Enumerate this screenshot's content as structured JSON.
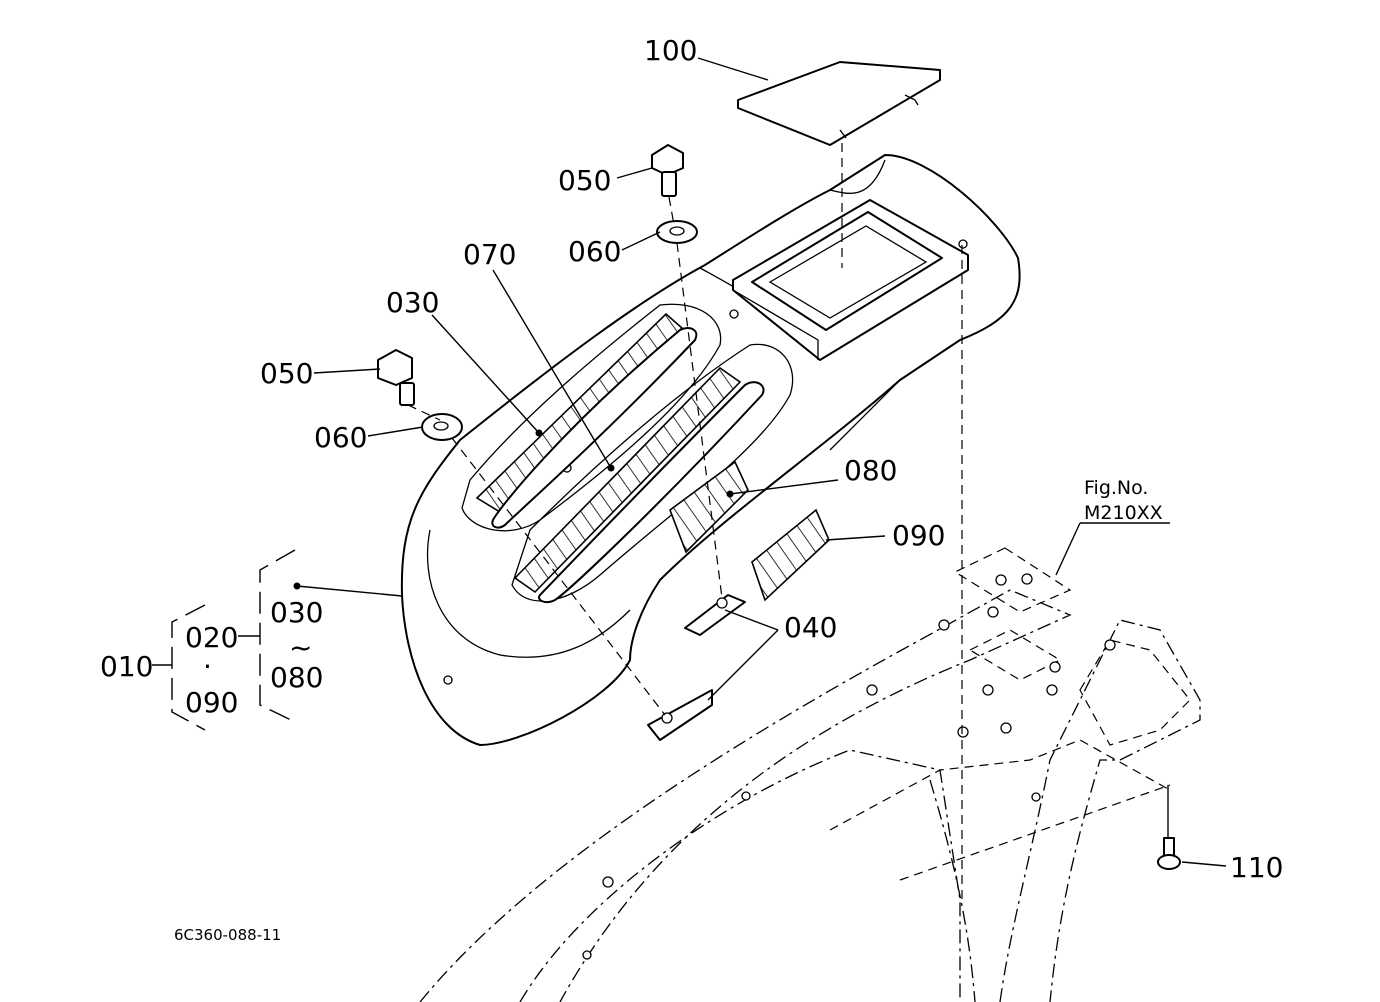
{
  "labels": {
    "p100": "100",
    "p050_top": "050",
    "p060_top": "060",
    "p070": "070",
    "p030_left": "030",
    "p050_left": "050",
    "p060_left": "060",
    "p080": "080",
    "p090": "090",
    "p040": "040",
    "p110": "110",
    "p010": "010",
    "p020": "020",
    "dot_sep": "·",
    "p090_group": "090",
    "p030_group": "030",
    "tilde": "~",
    "p080_group": "080"
  },
  "figure_ref": {
    "line1": "Fig.No.",
    "line2": "M210XX"
  },
  "drawing_code": "6C360-088-11"
}
